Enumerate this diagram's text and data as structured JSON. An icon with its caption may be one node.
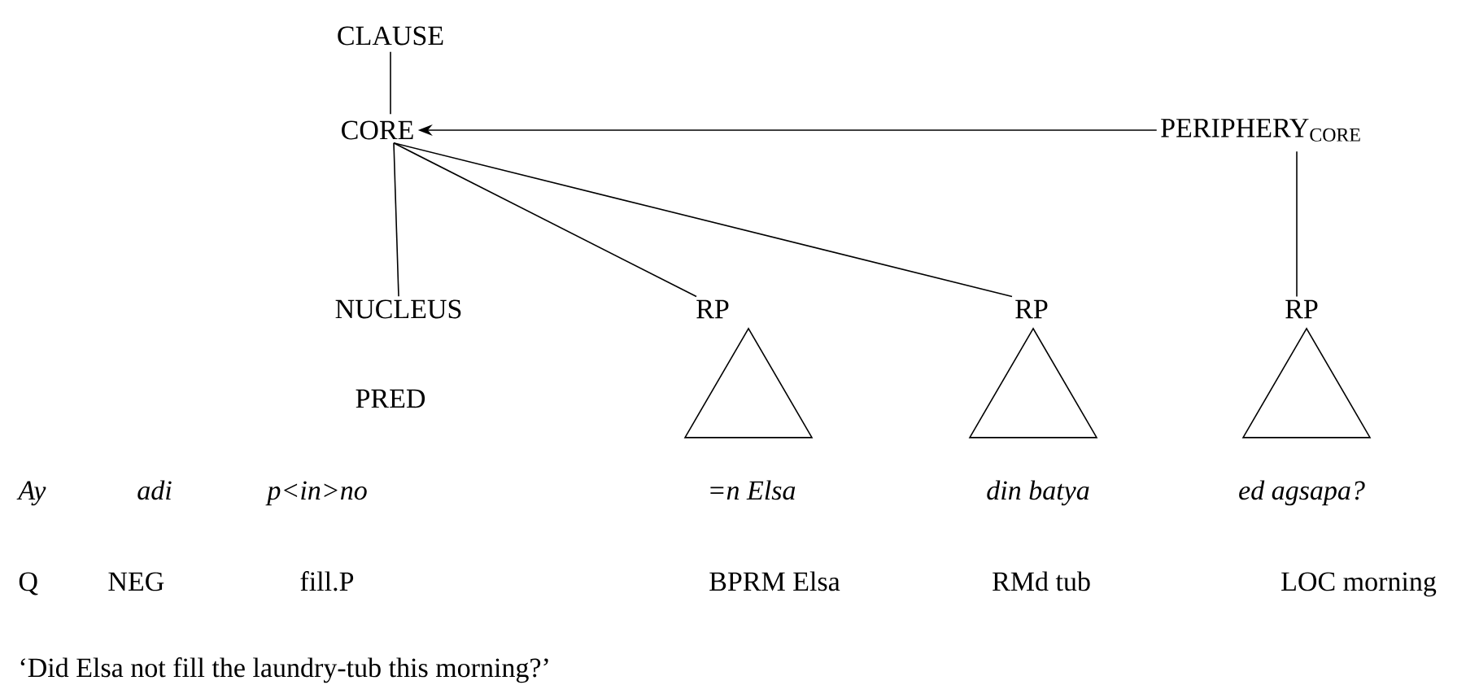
{
  "diagram": {
    "nodes": [
      {
        "text": [
          "CLAUSE"
        ]
      },
      {
        "text": [
          "CORE"
        ]
      },
      {
        "text": [
          "PERIPHERY$_{CORE}$"
        ]
      },
      {
        "text": [
          "NUCLEUS"
        ]
      },
      {
        "text": [
          "RP"
        ]
      },
      {
        "text": [
          "RP"
        ]
      },
      {
        "text": [
          "RP"
        ]
      },
      {
        "text": [
          "PRED"
        ]
      },
      {
        "text": [],
        "shape": "triangle"
      },
      {
        "text": [],
        "shape": "triangle"
      },
      {
        "text": [],
        "shape": "triangle"
      }
    ],
    "edges": [
      {
        "from": 0,
        "to": 1,
        "arrow": "none"
      },
      {
        "from": 2,
        "to": 1,
        "arrow": "to"
      },
      {
        "from": 1,
        "to": 3,
        "arrow": "none"
      },
      {
        "from": 1,
        "to": 4,
        "arrow": "none"
      },
      {
        "from": 1,
        "to": 5,
        "arrow": "none"
      },
      {
        "from": 2,
        "to": 6,
        "arrow": "none"
      }
    ],
    "labels": [
      "Ay",
      "adi",
      "p<in>no",
      "=n Elsa",
      "din batya",
      "ed agsapa?",
      "Q",
      "NEG",
      "fill.P",
      "BPRM Elsa",
      "RMd tub",
      "LOC morning",
      "‘Did Elsa not fill the laundry-tub this morning?’"
    ]
  }
}
